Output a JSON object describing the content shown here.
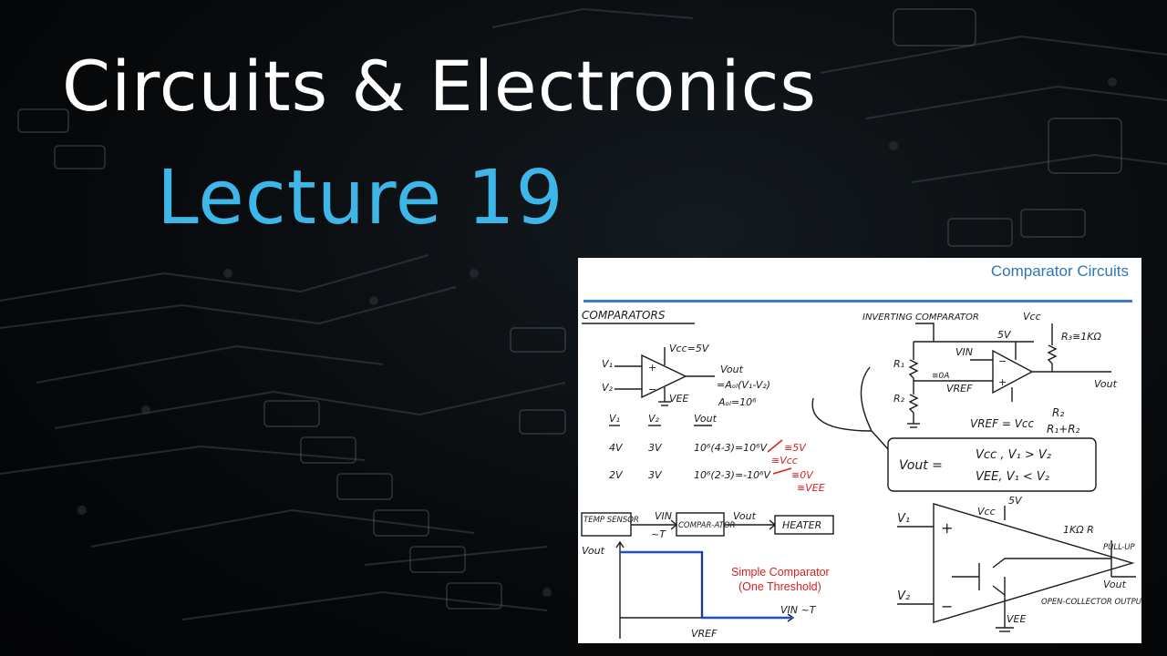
{
  "title_line1": "Circuits & Electronics",
  "title_line2": "Lecture 19",
  "slide": {
    "title": "Comparator Circuits",
    "caption_line1": "Simple Comparator",
    "caption_line2": "(One Threshold)",
    "handwriting": {
      "heading": "COMPARATORS",
      "v1": "V₁",
      "v2": "V₂",
      "vcc5": "Vcc=5V",
      "vee": "VEE",
      "vout_eq1": "Vout",
      "vout_eq2": "=Aₒₗ(V₁-V₂)",
      "aol": "Aₒₗ=10⁶",
      "table_h1": "V₁",
      "table_h2": "V₂",
      "table_h3": "Vout",
      "row1_v1": "4V",
      "row1_v2": "3V",
      "row1_calc": "10⁶(4-3)=10⁶V",
      "row1_red": "≅5V",
      "row1_red2": "≅Vcc",
      "row2_v1": "2V",
      "row2_v2": "3V",
      "row2_calc": "10⁶(2-3)=-10⁶V",
      "row2_red": "≅0V",
      "row2_red2": "≅VEE",
      "temp_sensor": "TEMP SENSOR",
      "vin": "VIN",
      "tilde_t": "~T",
      "comparator_box": "COMPAR-ATOR",
      "heater": "HEATER",
      "graph_vout": "Vout",
      "graph_vin": "VIN ~T",
      "graph_vref": "VREF",
      "inv_title": "INVERTING COMPARATOR",
      "vcc": "Vcc",
      "fivev": "5V",
      "r3": "R₃≅1KΩ",
      "r1": "R₁",
      "r2": "R₂",
      "vin_r": "VIN",
      "zero_a": "≅0A",
      "vref": "VREF",
      "vout_r": "Vout",
      "vref_eq": "VREF = Vcc",
      "frac_num": "R₂",
      "frac_den": "R₁+R₂",
      "box_lhs": "Vout =",
      "box_case1": "Vcc ,   V₁ > V₂",
      "box_case2": "VEE,   V₁ < V₂",
      "oc_v1": "V₁",
      "oc_v2": "V₂",
      "oc_vcc": "Vcc",
      "oc_5v": "5V",
      "oc_r": "1KΩ R",
      "pullup": "PULL-UP",
      "oc_vout": "Vout",
      "open_collector": "OPEN-COLLECTOR OUTPUT.",
      "oc_vee": "VEE"
    }
  }
}
